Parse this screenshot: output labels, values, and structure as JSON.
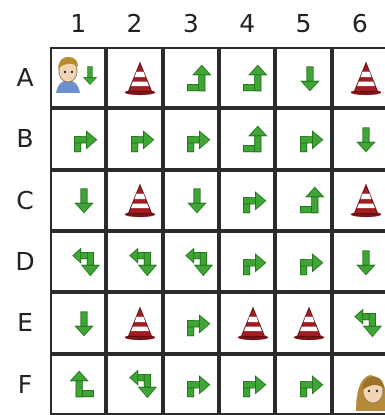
{
  "columns": [
    "1",
    "2",
    "3",
    "4",
    "5",
    "6"
  ],
  "rows": [
    "A",
    "B",
    "C",
    "D",
    "E",
    "F"
  ],
  "colors": {
    "arrow": "#3fa535",
    "cone": "#a11d22",
    "grid": "#2b2b2b"
  },
  "board": [
    [
      {
        "type": "boy",
        "arrow": "down"
      },
      {
        "type": "cone"
      },
      {
        "type": "arrow",
        "arrow": "up-left"
      },
      {
        "type": "arrow",
        "arrow": "up-left"
      },
      {
        "type": "arrow",
        "arrow": "down"
      },
      {
        "type": "cone"
      }
    ],
    [
      {
        "type": "arrow",
        "arrow": "right-up"
      },
      {
        "type": "arrow",
        "arrow": "right-up"
      },
      {
        "type": "arrow",
        "arrow": "right-up"
      },
      {
        "type": "arrow",
        "arrow": "up-left"
      },
      {
        "type": "arrow",
        "arrow": "right-up"
      },
      {
        "type": "arrow",
        "arrow": "down"
      }
    ],
    [
      {
        "type": "arrow",
        "arrow": "down"
      },
      {
        "type": "cone"
      },
      {
        "type": "arrow",
        "arrow": "down"
      },
      {
        "type": "arrow",
        "arrow": "right-up"
      },
      {
        "type": "arrow",
        "arrow": "up-left"
      },
      {
        "type": "cone"
      }
    ],
    [
      {
        "type": "arrow",
        "arrow": "left-down"
      },
      {
        "type": "arrow",
        "arrow": "left-down"
      },
      {
        "type": "arrow",
        "arrow": "left-down"
      },
      {
        "type": "arrow",
        "arrow": "right-up"
      },
      {
        "type": "arrow",
        "arrow": "right-up"
      },
      {
        "type": "arrow",
        "arrow": "down"
      }
    ],
    [
      {
        "type": "arrow",
        "arrow": "down"
      },
      {
        "type": "cone"
      },
      {
        "type": "arrow",
        "arrow": "right-up"
      },
      {
        "type": "cone"
      },
      {
        "type": "cone"
      },
      {
        "type": "arrow",
        "arrow": "left-down"
      }
    ],
    [
      {
        "type": "arrow",
        "arrow": "up-right"
      },
      {
        "type": "arrow",
        "arrow": "left-down"
      },
      {
        "type": "arrow",
        "arrow": "right-up"
      },
      {
        "type": "arrow",
        "arrow": "right-up"
      },
      {
        "type": "arrow",
        "arrow": "right-up"
      },
      {
        "type": "girl"
      }
    ]
  ]
}
